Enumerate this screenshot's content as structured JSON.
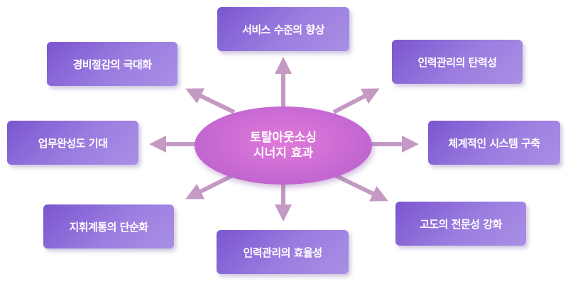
{
  "center": {
    "line1": "토탈아웃소싱",
    "line2": "시너지 효과"
  },
  "nodes": {
    "top": "서비스 수준의 향상",
    "top_left": "경비절감의 극대화",
    "top_right": "인력관리의 탄력성",
    "left": "업무완성도 기대",
    "right": "체계적인 시스템 구축",
    "bottom_left": "지휘계통의 단순화",
    "bottom": "인력관리의 효율성",
    "bottom_right": "고도의 전문성 강화"
  },
  "colors": {
    "box": "#8b6bd8",
    "center": "#d274d6",
    "arrow": "#c49ac4"
  }
}
